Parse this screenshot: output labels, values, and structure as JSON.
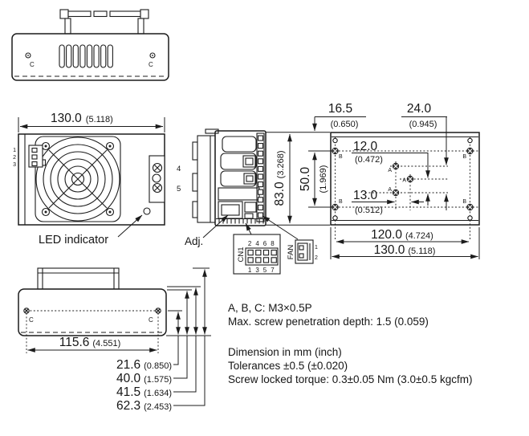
{
  "views": {
    "top": {
      "screw_left": "C",
      "screw_right": "C"
    },
    "front": {
      "width": {
        "mm": "130.0",
        "inch": "(5.118)"
      },
      "pins_left": [
        "1",
        "2",
        "3"
      ],
      "terminals": [
        "4",
        "5"
      ],
      "led_label": "LED indicator"
    },
    "side": {
      "adj_label": "Adj.",
      "height": {
        "mm": "83.0",
        "inch": "(3.268)"
      },
      "hole_span": {
        "mm": "50.0",
        "inch": "(1.969)"
      },
      "cn1": {
        "label": "CN1",
        "pins_top": "2 4 6 8",
        "pins_bottom": "1 3 5 7"
      },
      "fan": {
        "label": "FAN",
        "pins": [
          "1",
          "2"
        ]
      }
    },
    "bottom": {
      "edge_to_hole": {
        "mm": "16.5",
        "inch": "(0.650)"
      },
      "a_span": {
        "mm": "24.0",
        "inch": "(0.945)"
      },
      "a_pitch_v": {
        "mm": "12.0",
        "inch": "(0.472)"
      },
      "a_pitch_h": {
        "mm": "13.0",
        "inch": "(0.512)"
      },
      "hole_pitch": {
        "mm": "120.0",
        "inch": "(4.724)"
      },
      "width": {
        "mm": "130.0",
        "inch": "(5.118)"
      },
      "hole_a": "A",
      "hole_b": "B"
    },
    "rear": {
      "hole_pitch": {
        "mm": "115.6",
        "inch": "(4.551)"
      },
      "screw_left": "C",
      "screw_right": "C",
      "stack_dims": [
        {
          "mm": "21.6",
          "inch": "(0.850)"
        },
        {
          "mm": "40.0",
          "inch": "(1.575)"
        },
        {
          "mm": "41.5",
          "inch": "(1.634)"
        },
        {
          "mm": "62.3",
          "inch": "(2.453)"
        }
      ]
    }
  },
  "notes": [
    "A, B, C: M3×0.5P",
    "Max. screw penetration depth: 1.5 (0.059)",
    "Dimension in mm (inch)",
    "Tolerances ±0.5 (±0.020)",
    "Screw locked torque: 0.3±0.05 Nm (3.0±0.5 kgcfm)"
  ],
  "colors": {
    "line": "#1c1c1c",
    "background": "#ffffff"
  }
}
